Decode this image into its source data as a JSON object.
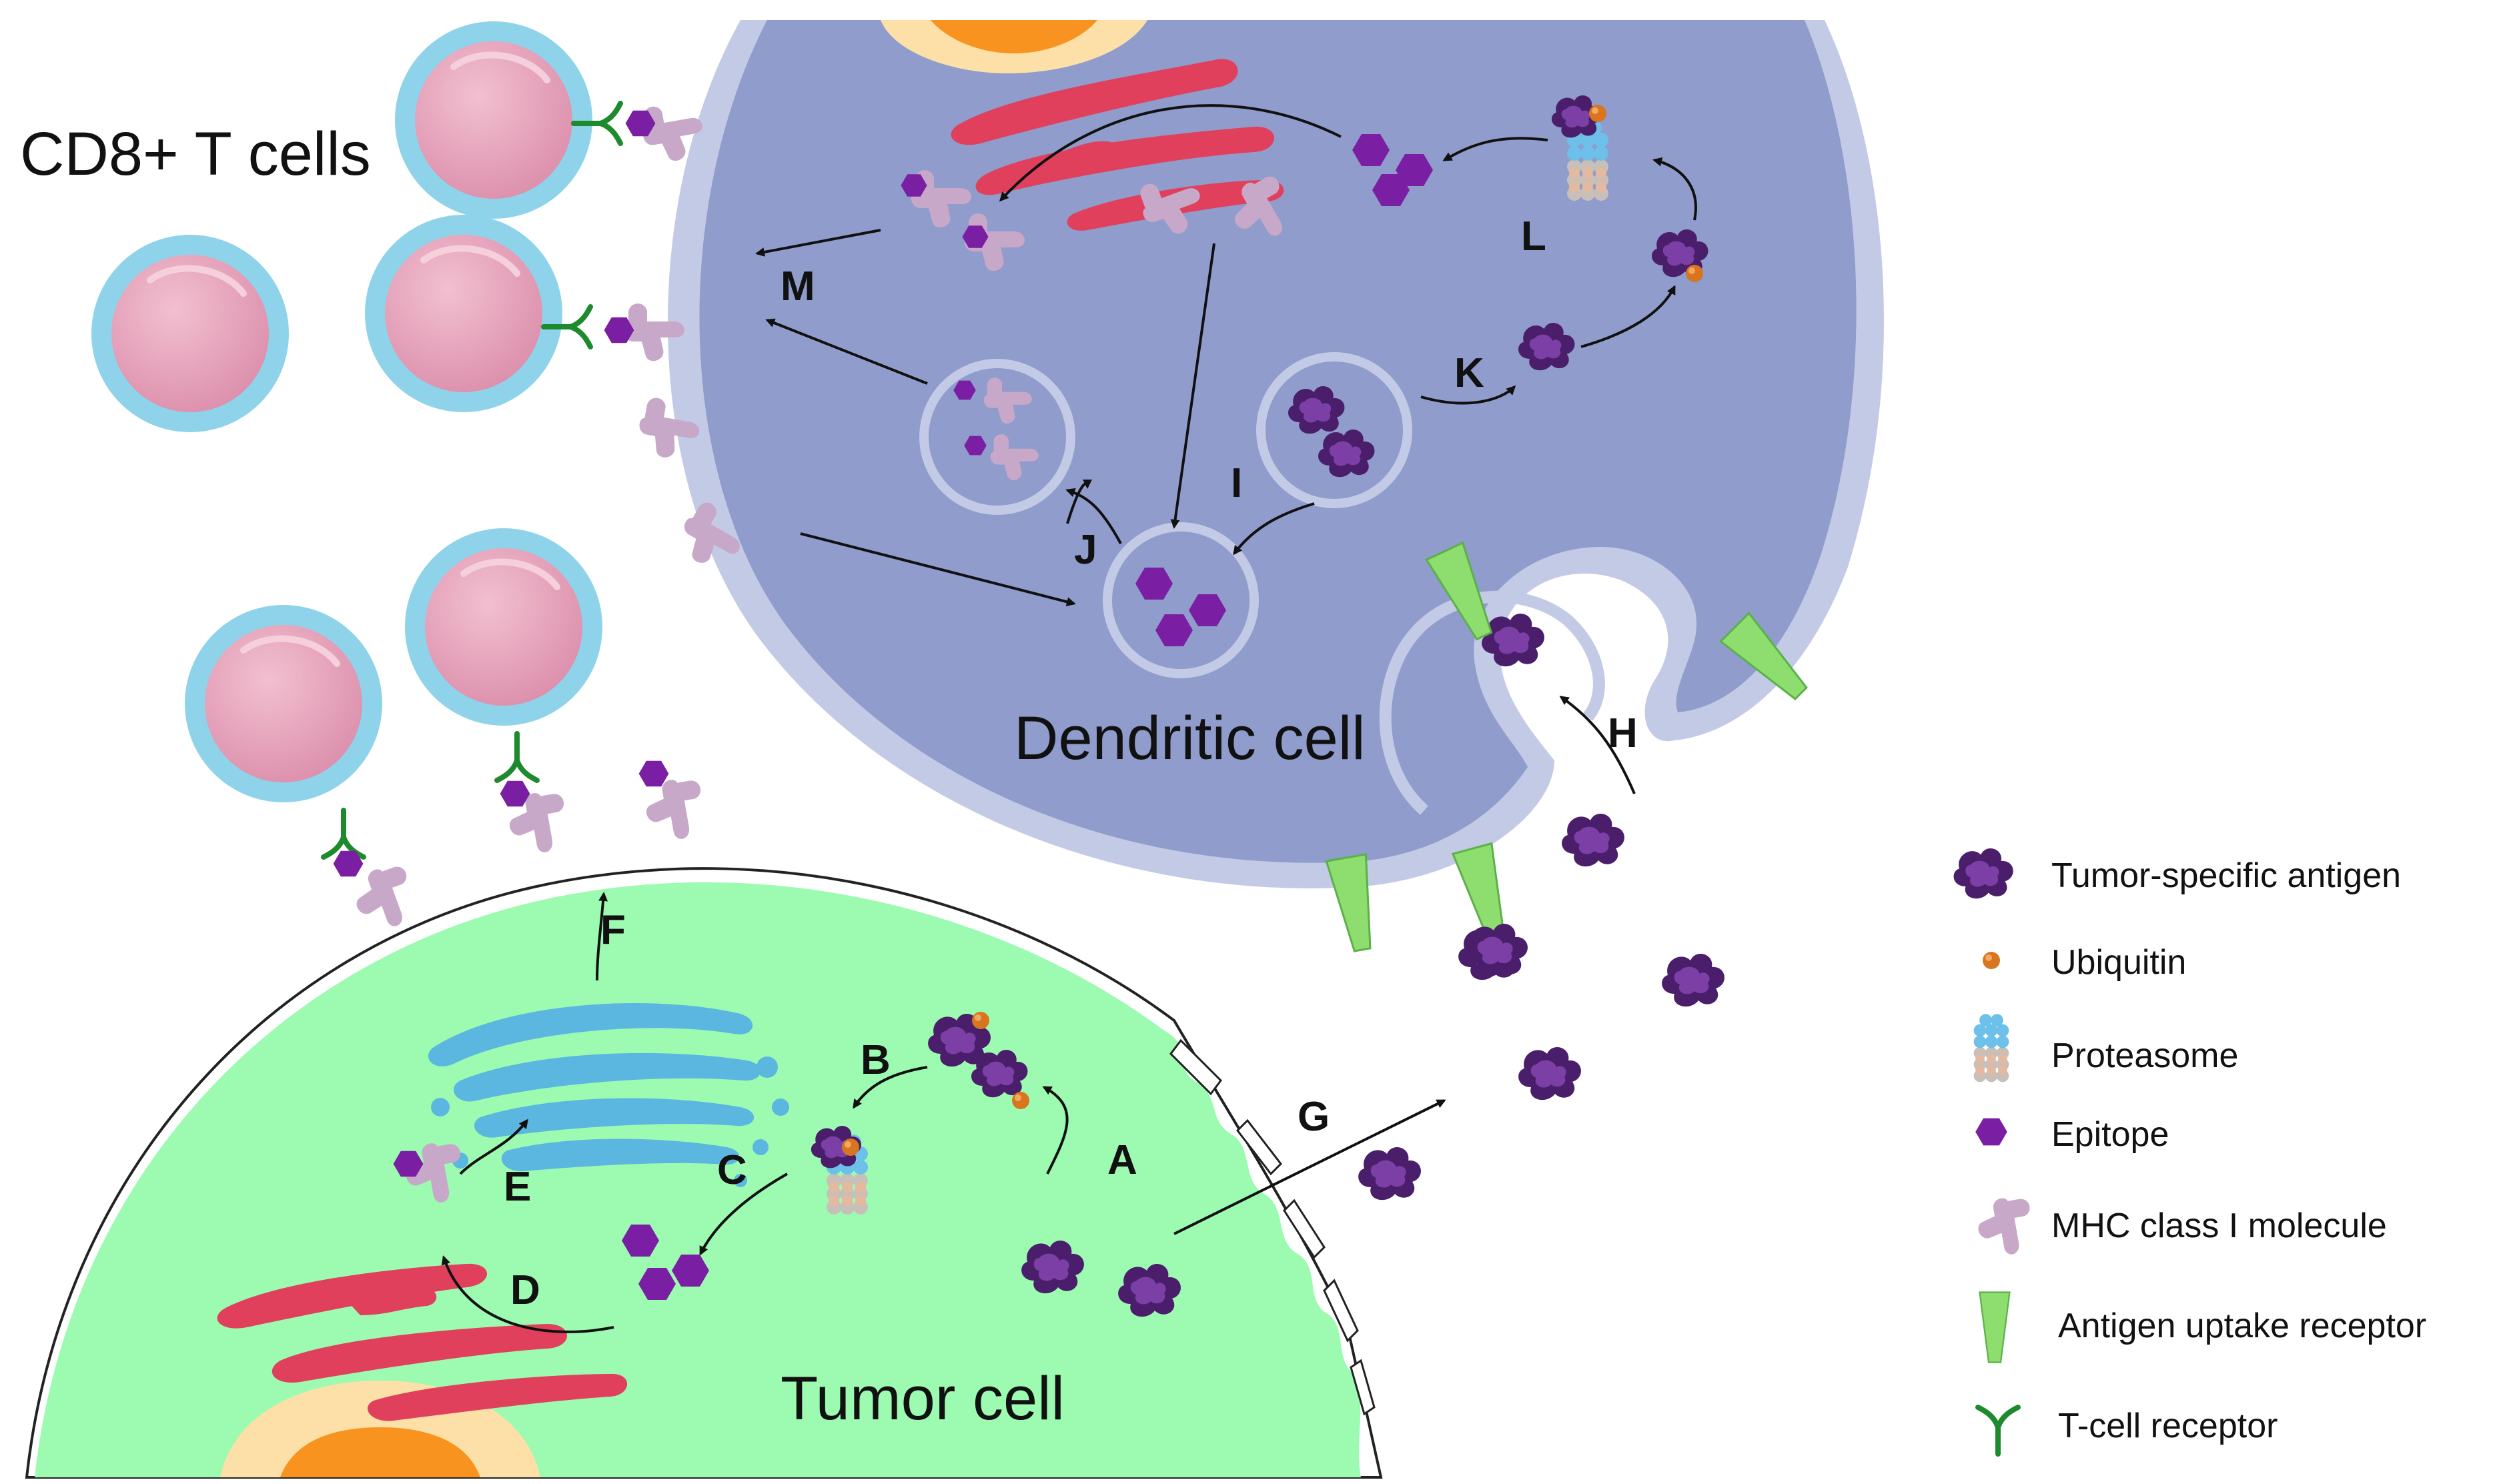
{
  "labels": {
    "cd8": "CD8+ T cells",
    "dendritic": "Dendritic cell",
    "tumor": "Tumor cell"
  },
  "steps": {
    "a": "A",
    "b": "B",
    "c": "C",
    "d": "D",
    "e": "E",
    "f": "F",
    "g": "G",
    "h": "H",
    "i": "I",
    "j": "J",
    "k": "K",
    "l": "L",
    "m": "M"
  },
  "legend": {
    "antigen": "Tumor-specific antigen",
    "ubiquitin": "Ubiquitin",
    "proteasome": "Proteasome",
    "epitope": "Epitope",
    "mhc": "MHC class I molecule",
    "receptor": "Antigen uptake receptor",
    "tcr": "T-cell receptor"
  },
  "colors": {
    "dendritic_cell": "#8f9ccc",
    "dendritic_membrane": "#c3cae6",
    "tumor_cell": "#9cfbb0",
    "t_cell_body": "#e8a6bc",
    "t_cell_membrane": "#8fd3ea",
    "epitope": "#7a1fa3",
    "antigen": "#4a1e6b",
    "ubiquitin": "#d7761f",
    "mhc": "#c8a8c8",
    "er": "#e0405c",
    "golgi": "#5bb7e0",
    "receptor": "#8ede6f",
    "tcr": "#1e8a2e",
    "nucleus": "#f7931e"
  }
}
